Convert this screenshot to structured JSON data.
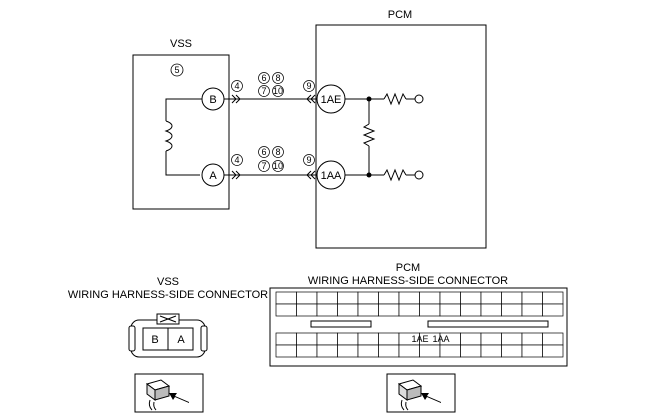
{
  "diagram": {
    "vss_title": "VSS",
    "pcm_title": "PCM",
    "vss_ref": "⑤",
    "pin_b": "B",
    "pin_a": "A",
    "pcm_pin_top": "1AE",
    "pcm_pin_bottom": "1AA",
    "top_refs": {
      "r4": "④",
      "r6": "⑥",
      "r8": "⑧",
      "r7": "⑦",
      "r10": "⑩",
      "r9": "⑨"
    },
    "bottom_refs": {
      "r4": "④",
      "r6": "⑥",
      "r8": "⑧",
      "r7": "⑦",
      "r10": "⑩",
      "r9": "⑨"
    }
  },
  "vss_connector": {
    "title_line1": "VSS",
    "title_line2": "WIRING HARNESS-SIDE CONNECTOR",
    "pin_b": "B",
    "pin_a": "A"
  },
  "pcm_connector": {
    "title_line1": "PCM",
    "title_line2": "WIRING HARNESS-SIDE CONNECTOR",
    "pin_1ae": "1AE",
    "pin_1aa": "1AA"
  }
}
